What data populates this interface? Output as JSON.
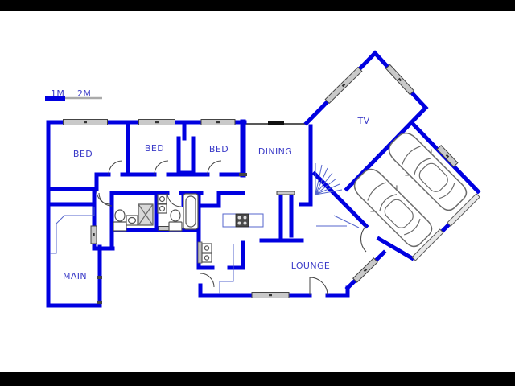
{
  "scale_bar": {
    "label_1m": "1M",
    "label_2m": "2M"
  },
  "rooms": {
    "bed1": {
      "label": "BED"
    },
    "bed2": {
      "label": "BED"
    },
    "bed3": {
      "label": "BED"
    },
    "dining": {
      "label": "DINING"
    },
    "tv": {
      "label": "TV"
    },
    "main": {
      "label": "MAIN"
    },
    "lounge": {
      "label": "LOUNGE"
    }
  },
  "colors": {
    "wall": "#0000e0",
    "label": "#3b3bc8",
    "thin_line": "#5566cc",
    "window_fill": "#c9c9c9",
    "window_stroke": "#444444",
    "dark_line": "#222222",
    "car_stroke": "#6b6b6b",
    "door_arc": "#444444",
    "letterbox": "#000000",
    "background": "#ffffff"
  }
}
